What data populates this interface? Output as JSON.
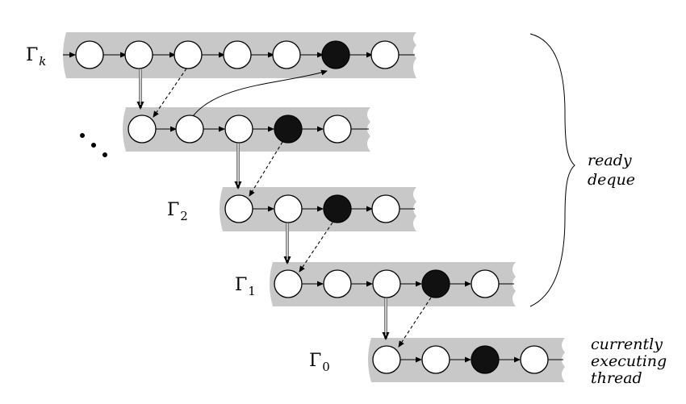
{
  "rows": [
    {
      "label": "Γ",
      "sub": "k",
      "nodes": [
        "white",
        "white",
        "white",
        "white",
        "white",
        "black",
        "white"
      ]
    },
    {
      "label": "",
      "sub": "",
      "nodes": [
        "white",
        "white",
        "white",
        "black",
        "white"
      ]
    },
    {
      "label": "Γ",
      "sub": "2",
      "nodes": [
        "white",
        "white",
        "black",
        "white"
      ]
    },
    {
      "label": "Γ",
      "sub": "1",
      "nodes": [
        "white",
        "white",
        "white",
        "black",
        "white"
      ]
    },
    {
      "label": "Γ",
      "sub": "0",
      "nodes": [
        "white",
        "white",
        "black",
        "white"
      ]
    }
  ],
  "ellipsis": "...",
  "ready_deque": [
    "ready",
    "deque"
  ],
  "currently_executing": [
    "currently",
    "executing",
    "thread"
  ]
}
